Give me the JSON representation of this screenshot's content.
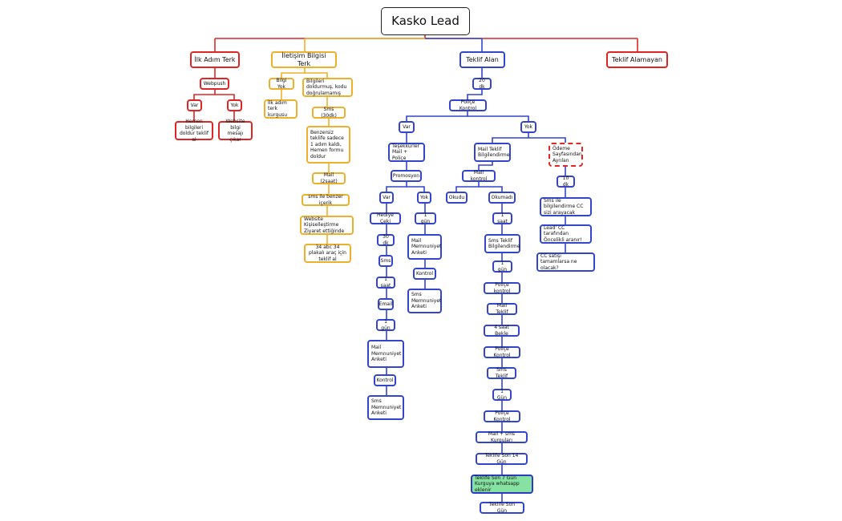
{
  "title": "Kasko Lead",
  "branches": {
    "ilk_adim": "İlk Adım Terk",
    "iletisim": "İletişim Bilgisi Terk",
    "teklif_alan": "Teklif Alan",
    "teklif_alamayan": "Teklif Alamayan"
  },
  "ilk_adim": {
    "webpush": "Webpush",
    "var": "Var",
    "yok": "Yok",
    "hemen": "Hemen bilgileri doldur teklif al",
    "website_bilgi": "Website bilgi mesajı çıkar"
  },
  "iletisim": {
    "bilgi_yok": "Bilgi Yok",
    "ilk_adim_terk": "İlk adım terk kurgusu",
    "bilgileri": "Bilgileri doldurmuş, kodu doğrulamamış",
    "sms_30dk": "Sms (30dk)",
    "benzersiz": "Benzersiz teklife sadece 1 adım kaldı, Hemen formu doldur",
    "mail_2saat": "Mail (2saat)",
    "sms_benzer": "sms ile benzer içerik",
    "website_kisisel": "Website Kişiselleştirme Ziyaret ettiğinde",
    "plaka": "34 abc 34 plakalı araç için teklif al"
  },
  "teklif_alan": {
    "d20": "20 dk",
    "police_kontrol": "Poliçe Kontrol",
    "var": "Var",
    "yok": "Yok",
    "tesekkurler": "Teşekkürler Mail + Poliçe",
    "promosyon": "Promosyon",
    "p_var": "Var",
    "p_yok": "Yok",
    "hediye": "Hediye Çeki",
    "dk30": "30 dk",
    "sms": "Sms",
    "saat1": "1 saat",
    "email": "Email",
    "gun1": "1 gün",
    "mail_memnuniyet": "Mail Memnuniyet Anketi",
    "kontrol": "Kontrol",
    "sms_memnuniyet": "Sms Memnuniyet Anketi",
    "y_gun1": "1 gün",
    "y_mail_memnuniyet": "Mail Memnuniyet Anketi",
    "y_kontrol": "Kontrol",
    "y_sms_memnuniyet": "Sms Memnuniyet Anketi",
    "mail_teklif_bilg": "Mail Teklif Bilgilendirme",
    "mail_kontrol": "Mail kontrol",
    "okudu": "Okudu",
    "okumadi": "Okumadı",
    "o_saat1": "1 saat",
    "sms_teklif_bilg": "Sms Teklif Bilgilendirme",
    "o_gun1": "1 gün",
    "police_kontrol2": "Poliçe kontrol",
    "mail_teklif": "Mail Teklif",
    "saat4": "4 saat Bekle",
    "police_kontrol3": "Poliçe Kontrol",
    "sms_teklif": "Sms Teklif",
    "gun1b": "1 Gün",
    "police_kontrol4": "Poliçe Kontrol",
    "mail_sms": "Mail + sms Kurguları",
    "son14": "Teklife Son 14 Gün",
    "son7": "Teklife Son 7 Gün Kurguya whatsapp eklenir",
    "son_gun": "Teklife Son Gün",
    "odeme": "Ödeme Sayfasından Ayrılan",
    "dk10": "10 dk",
    "sms_bilg": "Sms ile bilgilendirme CC sizi arayacak",
    "lead_cc": "Lead' CC tarafından Öncelikli aranır!",
    "cc_satis": "CC satışı tamamlarsa ne olacak?"
  },
  "colors": {
    "red": "#e02525",
    "orange": "#eeb02a",
    "blue": "#3245cc",
    "green_fill": "#86e2a0"
  }
}
